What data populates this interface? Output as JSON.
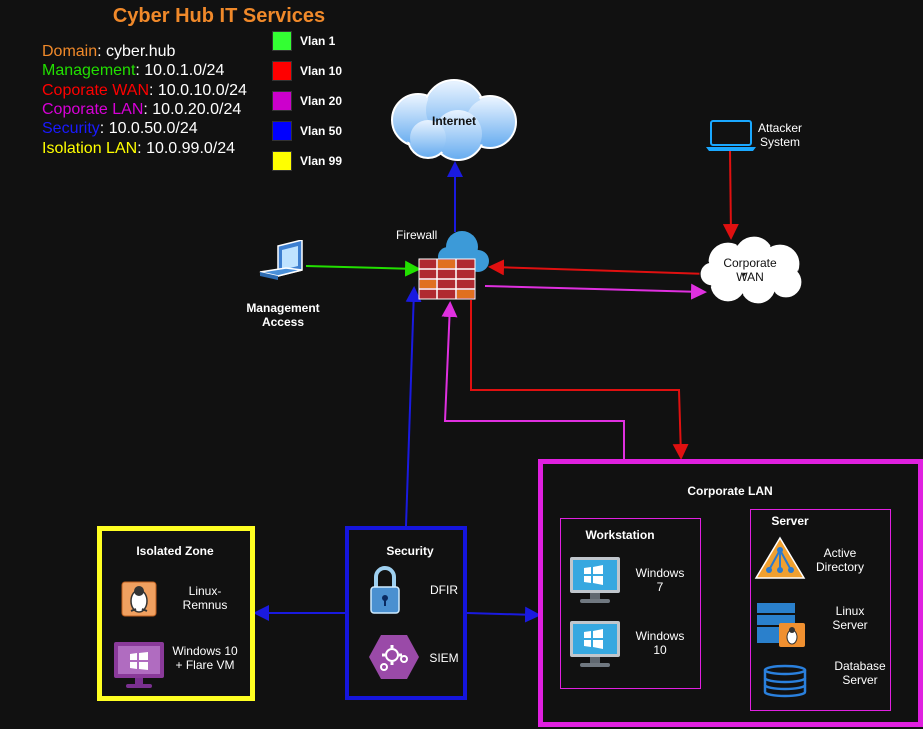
{
  "title": "Cyber Hub IT Services",
  "info": [
    {
      "key": "Domain",
      "sep": ": ",
      "value": "cyber.hub",
      "color": "#f0892a"
    },
    {
      "key": "Management",
      "sep": ": ",
      "value": "10.0.1.0/24",
      "color": "#22e000"
    },
    {
      "key": "Coporate WAN",
      "sep": ": ",
      "value": "10.0.10.0/24",
      "color": "#ff0000"
    },
    {
      "key": "Coporate LAN",
      "sep": ": ",
      "value": "10.0.20.0/24",
      "color": "#d800d8"
    },
    {
      "key": "Security",
      "sep": ": ",
      "value": "10.0.50.0/24",
      "color": "#1a1aff"
    },
    {
      "key": "Isolation LAN",
      "sep": ": ",
      "value": "10.0.99.0/24",
      "color": "#ffff00"
    }
  ],
  "vlans": [
    {
      "label": "Vlan 1",
      "color": "#33ff33"
    },
    {
      "label": "Vlan 10",
      "color": "#ff0000"
    },
    {
      "label": "Vlan 20",
      "color": "#cc00cc"
    },
    {
      "label": "Vlan 50",
      "color": "#0000ff"
    },
    {
      "label": "Vlan 99",
      "color": "#ffff00"
    }
  ],
  "nodes": {
    "internet": "Internet",
    "firewall": "Firewall",
    "management": "Management Access",
    "attacker": "Attacker System",
    "corporate_wan": "Corporate WAN"
  },
  "zones": {
    "isolated": {
      "title": "Isolated Zone",
      "items": [
        "Linux-Remnus",
        "Windows 10 + Flare VM"
      ]
    },
    "security": {
      "title": "Security",
      "items": [
        "DFIR",
        "SIEM"
      ]
    },
    "corporate_lan": {
      "title": "Corporate LAN",
      "workstation": {
        "title": "Workstation",
        "items": [
          "Windows 7",
          "Windows 10"
        ]
      },
      "server": {
        "title": "Server",
        "items": [
          "Active Directory",
          "Linux Server",
          "Database Server"
        ]
      }
    }
  },
  "colors": {
    "management_link": "#22e000",
    "wan_link": "#e01010",
    "lan_link": "#e030e0",
    "security_link": "#1010d0",
    "isolated_border": "#ffff22",
    "security_border": "#1515dd",
    "lan_border": "#e020e0"
  }
}
